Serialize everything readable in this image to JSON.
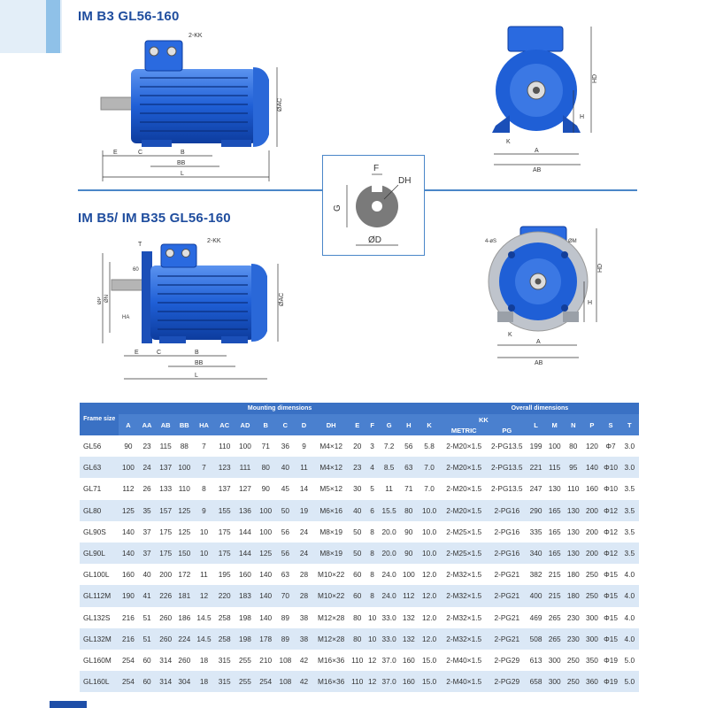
{
  "titles": {
    "b3": "IM B3  GL56-160",
    "b5": "IM B5/ IM B35  GL56-160"
  },
  "diagram_labels": {
    "kk": "2-KK",
    "oac": "ØAC",
    "e": "E",
    "c": "C",
    "b": "B",
    "bb": "BB",
    "l": "L",
    "hd": "HD",
    "h": "H",
    "k": "K",
    "a": "A",
    "ab": "AB",
    "f": "F",
    "dh": "DH",
    "g": "G",
    "od": "ØD",
    "t": "T",
    "ha": "HA",
    "op": "ØP",
    "on": "ØN",
    "om": "ØM",
    "fourS": "4-øS",
    "sixty": "60"
  },
  "table": {
    "frame_header": "Frame size",
    "mounting_header": "Mounting dimensions",
    "overall_header": "Overall dimensions",
    "kk_header": "KK",
    "metric_header": "METRIC",
    "pg_header": "PG",
    "columns": [
      "A",
      "AA",
      "AB",
      "BB",
      "HA",
      "AC",
      "AD",
      "B",
      "C",
      "D",
      "DH",
      "E",
      "F",
      "G",
      "H",
      "K",
      "L",
      "M",
      "N",
      "P",
      "S",
      "T"
    ],
    "rows": [
      [
        "GL56",
        "90",
        "23",
        "115",
        "88",
        "7",
        "110",
        "100",
        "71",
        "36",
        "9",
        "M4×12",
        "20",
        "3",
        "7.2",
        "56",
        "5.8",
        "2-M20×1.5",
        "2-PG13.5",
        "199",
        "100",
        "80",
        "120",
        "Φ7",
        "3.0"
      ],
      [
        "GL63",
        "100",
        "24",
        "137",
        "100",
        "7",
        "123",
        "111",
        "80",
        "40",
        "11",
        "M4×12",
        "23",
        "4",
        "8.5",
        "63",
        "7.0",
        "2-M20×1.5",
        "2-PG13.5",
        "221",
        "115",
        "95",
        "140",
        "Φ10",
        "3.0"
      ],
      [
        "GL71",
        "112",
        "26",
        "133",
        "110",
        "8",
        "137",
        "127",
        "90",
        "45",
        "14",
        "M5×12",
        "30",
        "5",
        "11",
        "71",
        "7.0",
        "2-M20×1.5",
        "2-PG13.5",
        "247",
        "130",
        "110",
        "160",
        "Φ10",
        "3.5"
      ],
      [
        "GL80",
        "125",
        "35",
        "157",
        "125",
        "9",
        "155",
        "136",
        "100",
        "50",
        "19",
        "M6×16",
        "40",
        "6",
        "15.5",
        "80",
        "10.0",
        "2-M20×1.5",
        "2-PG16",
        "290",
        "165",
        "130",
        "200",
        "Φ12",
        "3.5"
      ],
      [
        "GL90S",
        "140",
        "37",
        "175",
        "125",
        "10",
        "175",
        "144",
        "100",
        "56",
        "24",
        "M8×19",
        "50",
        "8",
        "20.0",
        "90",
        "10.0",
        "2-M25×1.5",
        "2-PG16",
        "335",
        "165",
        "130",
        "200",
        "Φ12",
        "3.5"
      ],
      [
        "GL90L",
        "140",
        "37",
        "175",
        "150",
        "10",
        "175",
        "144",
        "125",
        "56",
        "24",
        "M8×19",
        "50",
        "8",
        "20.0",
        "90",
        "10.0",
        "2-M25×1.5",
        "2-PG16",
        "340",
        "165",
        "130",
        "200",
        "Φ12",
        "3.5"
      ],
      [
        "GL100L",
        "160",
        "40",
        "200",
        "172",
        "11",
        "195",
        "160",
        "140",
        "63",
        "28",
        "M10×22",
        "60",
        "8",
        "24.0",
        "100",
        "12.0",
        "2-M32×1.5",
        "2-PG21",
        "382",
        "215",
        "180",
        "250",
        "Φ15",
        "4.0"
      ],
      [
        "GL112M",
        "190",
        "41",
        "226",
        "181",
        "12",
        "220",
        "183",
        "140",
        "70",
        "28",
        "M10×22",
        "60",
        "8",
        "24.0",
        "112",
        "12.0",
        "2-M32×1.5",
        "2-PG21",
        "400",
        "215",
        "180",
        "250",
        "Φ15",
        "4.0"
      ],
      [
        "GL132S",
        "216",
        "51",
        "260",
        "186",
        "14.5",
        "258",
        "198",
        "140",
        "89",
        "38",
        "M12×28",
        "80",
        "10",
        "33.0",
        "132",
        "12.0",
        "2-M32×1.5",
        "2-PG21",
        "469",
        "265",
        "230",
        "300",
        "Φ15",
        "4.0"
      ],
      [
        "GL132M",
        "216",
        "51",
        "260",
        "224",
        "14.5",
        "258",
        "198",
        "178",
        "89",
        "38",
        "M12×28",
        "80",
        "10",
        "33.0",
        "132",
        "12.0",
        "2-M32×1.5",
        "2-PG21",
        "508",
        "265",
        "230",
        "300",
        "Φ15",
        "4.0"
      ],
      [
        "GL160M",
        "254",
        "60",
        "314",
        "260",
        "18",
        "315",
        "255",
        "210",
        "108",
        "42",
        "M16×36",
        "110",
        "12",
        "37.0",
        "160",
        "15.0",
        "2-M40×1.5",
        "2-PG29",
        "613",
        "300",
        "250",
        "350",
        "Φ19",
        "5.0"
      ],
      [
        "GL160L",
        "254",
        "60",
        "314",
        "304",
        "18",
        "315",
        "255",
        "254",
        "108",
        "42",
        "M16×36",
        "110",
        "12",
        "37.0",
        "160",
        "15.0",
        "2-M40×1.5",
        "2-PG29",
        "658",
        "300",
        "250",
        "360",
        "Φ19",
        "5.0"
      ]
    ]
  },
  "colors": {
    "motor_blue": "#1f5fd6",
    "header_blue": "#3a71c4",
    "row_alt": "#dbe8f6",
    "title": "#1f4d9e"
  }
}
